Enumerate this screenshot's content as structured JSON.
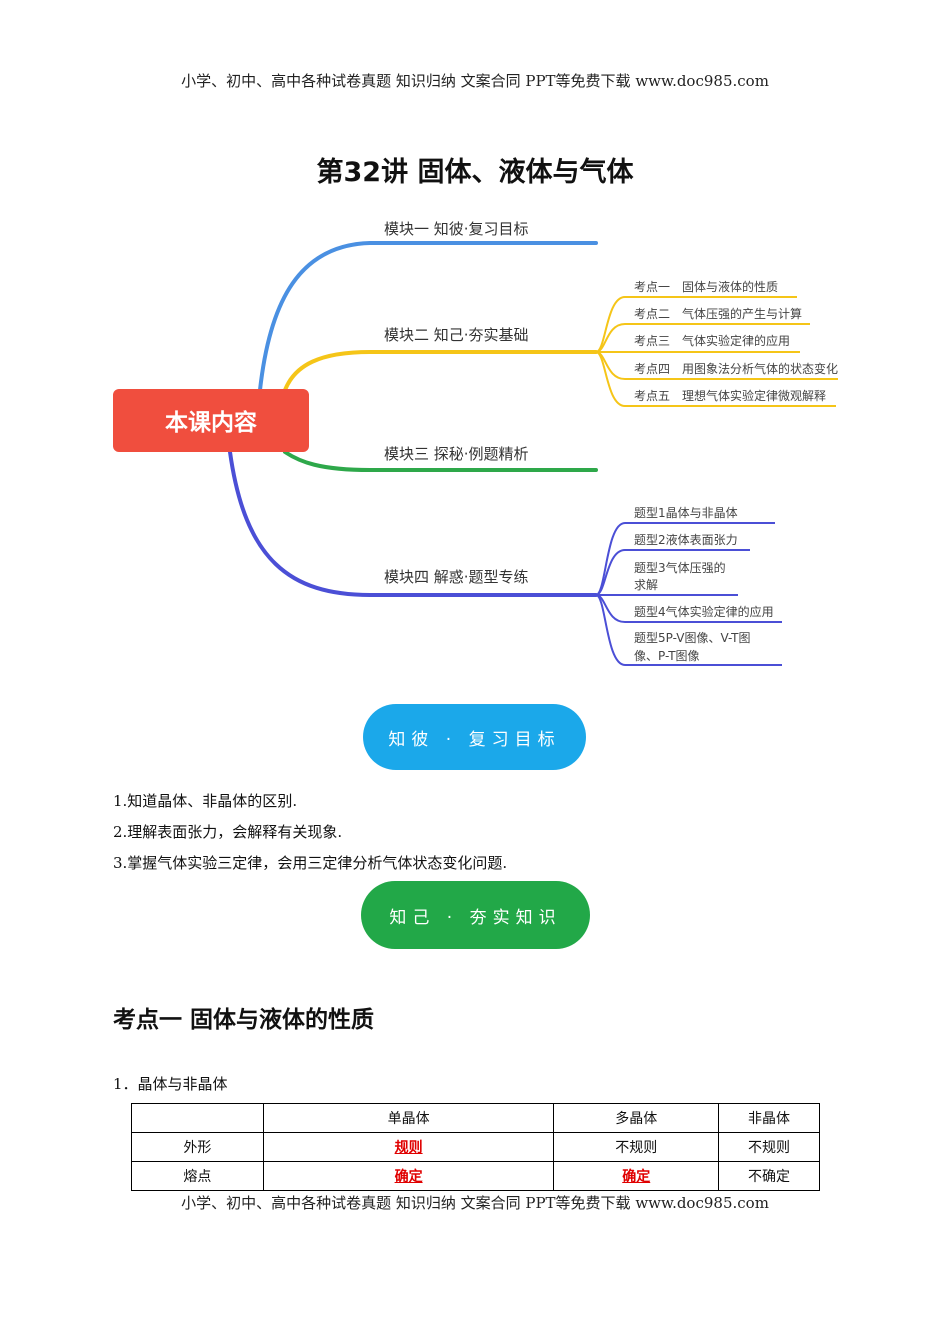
{
  "header": {
    "text": "小学、初中、高中各种试卷真题  知识归纳  文案合同  PPT等免费下载      www.doc985.com"
  },
  "footer": {
    "text": "小学、初中、高中各种试卷真题  知识归纳  文案合同  PPT等免费下载      www.doc985.com"
  },
  "title": "第32讲    固体、液体与气体",
  "mindmap": {
    "root": "本课内容",
    "modules": [
      {
        "label": "模块一  知彼·复习目标",
        "color": "#4a90e2"
      },
      {
        "label": "模块二  知己·夯实基础",
        "color": "#f5c518"
      },
      {
        "label": "模块三  探秘·例题精析",
        "color": "#2ea84a"
      },
      {
        "label": "模块四  解惑·题型专练",
        "color": "#4b4fd6"
      }
    ],
    "kaodian": [
      {
        "tag": "考点一",
        "text": "固体与液体的性质"
      },
      {
        "tag": "考点二",
        "text": "气体压强的产生与计算"
      },
      {
        "tag": "考点三",
        "text": "气体实验定律的应用"
      },
      {
        "tag": "考点四",
        "text": "用图象法分析气体的状态变化"
      },
      {
        "tag": "考点五",
        "text": "理想气体实验定律微观解释"
      }
    ],
    "tixing": [
      {
        "line1": "题型1晶体与非晶体",
        "line2": ""
      },
      {
        "line1": "题型2液体表面张力",
        "line2": ""
      },
      {
        "line1": "题型3气体压强的",
        "line2": "求解"
      },
      {
        "line1": "题型4气体实验定律的应用",
        "line2": ""
      },
      {
        "line1": "题型5P-V图像、V-T图",
        "line2": "像、P-T图像"
      }
    ]
  },
  "pill_goal": {
    "label": "知彼 · 复习目标",
    "color": "#1ba8ea"
  },
  "goals": [
    "1.知道晶体、非晶体的区别.",
    "2.理解表面张力，会解释有关现象.",
    "3.掌握气体实验三定律，会用三定律分析气体状态变化问题."
  ],
  "pill_base": {
    "label": "知己 · 夯实知识",
    "color": "#22a848"
  },
  "section_heading": "考点一    固体与液体的性质",
  "sub_heading": "1．晶体与非晶体",
  "table": {
    "headers": [
      "",
      "单晶体",
      "多晶体",
      "非晶体"
    ],
    "rows": [
      [
        "外形",
        "规则",
        "不规则",
        "不规则"
      ],
      [
        "熔点",
        "确定",
        "确定",
        "不确定"
      ]
    ]
  }
}
